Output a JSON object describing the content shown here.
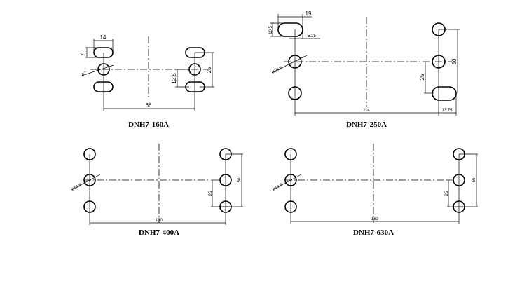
{
  "diagrams": [
    {
      "title": "DNH7-160A",
      "dims": {
        "slot_width": "14",
        "slot_height": "7",
        "hole_dia": "ø7",
        "spacing_half": "12.5",
        "spacing": "25",
        "span": "66"
      }
    },
    {
      "title": "DNH7-250A",
      "dims": {
        "slot_width": "19",
        "slot_height": "10.5",
        "offset": "5.25",
        "hole_dia": "ø10.5",
        "spacing_half": "25",
        "spacing": "50",
        "span": "114",
        "slot_extra": "13.75"
      }
    },
    {
      "title": "DNH7-400A",
      "dims": {
        "hole_dia": "ø10.5",
        "spacing_half": "25",
        "spacing": "50",
        "span": "130"
      }
    },
    {
      "title": "DNH7-630A",
      "dims": {
        "hole_dia": "ø10.5",
        "spacing_half": "25",
        "spacing": "50",
        "span": "162"
      }
    }
  ]
}
